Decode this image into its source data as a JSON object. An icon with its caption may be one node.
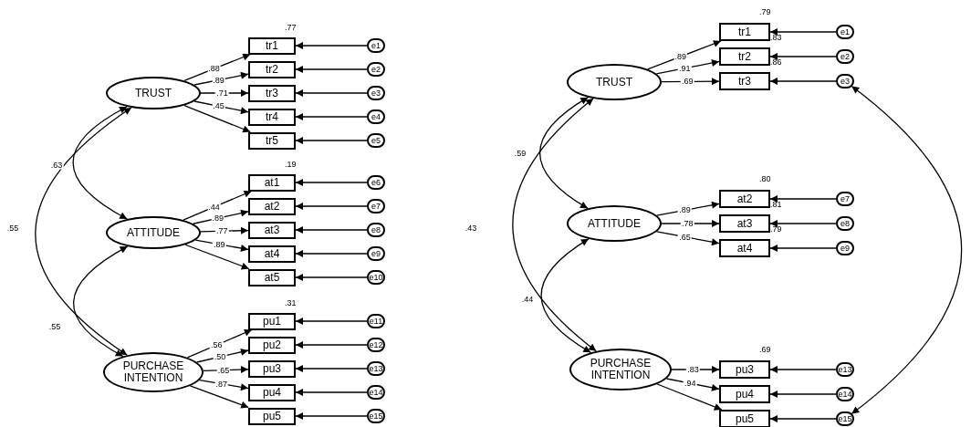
{
  "diagram": {
    "nodes": [
      {
        "text": [
          "TRUST"
        ]
      },
      {
        "text": [
          "ATTITUDE"
        ]
      },
      {
        "text": [
          "PURCHASE INTENTION"
        ]
      },
      {
        "text": [
          "tr1"
        ],
        "beside": [
          ".77"
        ]
      },
      {
        "text": [
          "tr2"
        ]
      },
      {
        "text": [
          "tr3"
        ]
      },
      {
        "text": [
          "tr4"
        ]
      },
      {
        "text": [
          "tr5"
        ]
      },
      {
        "text": [
          "at1"
        ],
        "beside": [
          ".19"
        ]
      },
      {
        "text": [
          "at2"
        ]
      },
      {
        "text": [
          "at3"
        ]
      },
      {
        "text": [
          "at4"
        ]
      },
      {
        "text": [
          "at5"
        ]
      },
      {
        "text": [
          "pu1"
        ],
        "beside": [
          ".31"
        ]
      },
      {
        "text": [
          "pu2"
        ]
      },
      {
        "text": [
          "pu3"
        ]
      },
      {
        "text": [
          "pu4"
        ]
      },
      {
        "text": [
          "pu5"
        ]
      },
      {
        "text": [
          "e1"
        ]
      },
      {
        "text": [
          "e2"
        ]
      },
      {
        "text": [
          "e3"
        ]
      },
      {
        "text": [
          "e4"
        ]
      },
      {
        "text": [
          "e5"
        ]
      },
      {
        "text": [
          "e6"
        ]
      },
      {
        "text": [
          "e7"
        ]
      },
      {
        "text": [
          "e8"
        ]
      },
      {
        "text": [
          "e9"
        ]
      },
      {
        "text": [
          "e10"
        ]
      },
      {
        "text": [
          "e11"
        ]
      },
      {
        "text": [
          "e12"
        ]
      },
      {
        "text": [
          "e13"
        ]
      },
      {
        "text": [
          "e14"
        ]
      },
      {
        "text": [
          "e15"
        ]
      },
      {
        "text": [
          "TRUST"
        ]
      },
      {
        "text": [
          "ATTITUDE"
        ]
      },
      {
        "text": [
          "PURCHASE INTENTION"
        ]
      },
      {
        "text": [
          "tr1"
        ],
        "beside": [
          ".79",
          ".83"
        ]
      },
      {
        "text": [
          "tr2"
        ],
        "beside": [
          ".86"
        ]
      },
      {
        "text": [
          "tr3"
        ]
      },
      {
        "text": [
          "at2"
        ],
        "beside": [
          ".80",
          ".81"
        ]
      },
      {
        "text": [
          "at3"
        ],
        "beside": [
          ".79"
        ]
      },
      {
        "text": [
          "at4"
        ]
      },
      {
        "text": [
          "pu3"
        ],
        "beside": [
          ".69"
        ]
      },
      {
        "text": [
          "pu4"
        ]
      },
      {
        "text": [
          "pu5"
        ]
      },
      {
        "text": [
          "e1"
        ]
      },
      {
        "text": [
          "e2"
        ]
      },
      {
        "text": [
          "e3"
        ]
      },
      {
        "text": [
          "e7"
        ]
      },
      {
        "text": [
          "e8"
        ]
      },
      {
        "text": [
          "e9"
        ]
      },
      {
        "text": [
          "e13"
        ]
      },
      {
        "text": [
          "e14"
        ]
      },
      {
        "text": [
          "e15"
        ]
      }
    ],
    "edges": [
      {
        "from": 0,
        "to": 3,
        "arrow": "to",
        "label": ".88"
      },
      {
        "from": 0,
        "to": 4,
        "arrow": "to",
        "label": ".89"
      },
      {
        "from": 0,
        "to": 5,
        "arrow": "to",
        "label": ".71"
      },
      {
        "from": 0,
        "to": 6,
        "arrow": "to",
        "label": ".45"
      },
      {
        "from": 0,
        "to": 7,
        "arrow": "to"
      },
      {
        "from": 1,
        "to": 8,
        "arrow": "to",
        "label": ".44"
      },
      {
        "from": 1,
        "to": 9,
        "arrow": "to",
        "label": ".89"
      },
      {
        "from": 1,
        "to": 10,
        "arrow": "to",
        "label": ".77"
      },
      {
        "from": 1,
        "to": 11,
        "arrow": "to",
        "label": ".89"
      },
      {
        "from": 1,
        "to": 12,
        "arrow": "to"
      },
      {
        "from": 2,
        "to": 13,
        "arrow": "to",
        "label": ".56"
      },
      {
        "from": 2,
        "to": 14,
        "arrow": "to",
        "label": ".50"
      },
      {
        "from": 2,
        "to": 15,
        "arrow": "to",
        "label": ".65"
      },
      {
        "from": 2,
        "to": 16,
        "arrow": "to",
        "label": ".87"
      },
      {
        "from": 2,
        "to": 17,
        "arrow": "to"
      },
      {
        "from": 18,
        "to": 3,
        "arrow": "to"
      },
      {
        "from": 19,
        "to": 4,
        "arrow": "to"
      },
      {
        "from": 20,
        "to": 5,
        "arrow": "to"
      },
      {
        "from": 21,
        "to": 6,
        "arrow": "to"
      },
      {
        "from": 22,
        "to": 7,
        "arrow": "to"
      },
      {
        "from": 23,
        "to": 8,
        "arrow": "to"
      },
      {
        "from": 24,
        "to": 9,
        "arrow": "to"
      },
      {
        "from": 25,
        "to": 10,
        "arrow": "to"
      },
      {
        "from": 26,
        "to": 11,
        "arrow": "to"
      },
      {
        "from": 27,
        "to": 12,
        "arrow": "to"
      },
      {
        "from": 28,
        "to": 13,
        "arrow": "to"
      },
      {
        "from": 29,
        "to": 14,
        "arrow": "to"
      },
      {
        "from": 30,
        "to": 15,
        "arrow": "to"
      },
      {
        "from": 31,
        "to": 16,
        "arrow": "to"
      },
      {
        "from": 32,
        "to": 17,
        "arrow": "to"
      },
      {
        "from": 0,
        "to": 1,
        "arrow": "both",
        "label": ".63"
      },
      {
        "from": 0,
        "to": 2,
        "arrow": "both",
        "label": ".55"
      },
      {
        "from": 1,
        "to": 2,
        "arrow": "both",
        "label": ".55"
      },
      {
        "from": 33,
        "to": 36,
        "arrow": "to",
        "label": ".89"
      },
      {
        "from": 33,
        "to": 37,
        "arrow": "to",
        "label": ".91"
      },
      {
        "from": 33,
        "to": 38,
        "arrow": "to",
        "label": ".69"
      },
      {
        "from": 34,
        "to": 39,
        "arrow": "to",
        "label": ".89"
      },
      {
        "from": 34,
        "to": 40,
        "arrow": "to",
        "label": ".78"
      },
      {
        "from": 34,
        "to": 41,
        "arrow": "to",
        "label": ".65"
      },
      {
        "from": 35,
        "to": 42,
        "arrow": "to",
        "label": ".83"
      },
      {
        "from": 35,
        "to": 43,
        "arrow": "to",
        "label": ".94"
      },
      {
        "from": 35,
        "to": 44,
        "arrow": "to"
      },
      {
        "from": 45,
        "to": 36,
        "arrow": "to"
      },
      {
        "from": 46,
        "to": 37,
        "arrow": "to"
      },
      {
        "from": 47,
        "to": 38,
        "arrow": "to"
      },
      {
        "from": 48,
        "to": 39,
        "arrow": "to"
      },
      {
        "from": 49,
        "to": 40,
        "arrow": "to"
      },
      {
        "from": 50,
        "to": 41,
        "arrow": "to"
      },
      {
        "from": 51,
        "to": 42,
        "arrow": "to"
      },
      {
        "from": 52,
        "to": 43,
        "arrow": "to"
      },
      {
        "from": 53,
        "to": 44,
        "arrow": "to"
      },
      {
        "from": 33,
        "to": 34,
        "arrow": "both",
        "label": ".59"
      },
      {
        "from": 33,
        "to": 35,
        "arrow": "both",
        "label": ".43"
      },
      {
        "from": 34,
        "to": 35,
        "arrow": "both",
        "label": ".44"
      },
      {
        "from": 47,
        "to": 53,
        "arrow": "both"
      }
    ]
  }
}
